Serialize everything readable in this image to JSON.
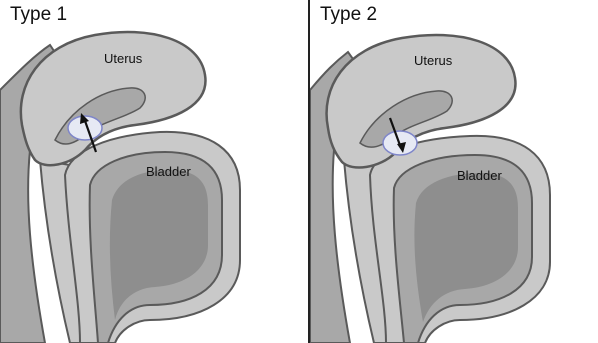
{
  "panels": [
    {
      "title": "Type 1",
      "uterus_label": "Uterus",
      "bladder_label": "Bladder",
      "arrow_direction": "up"
    },
    {
      "title": "Type 2",
      "uterus_label": "Uterus",
      "bladder_label": "Bladder",
      "arrow_direction": "down"
    }
  ],
  "colors": {
    "tissue_light": "#c9c9c9",
    "tissue_mid": "#a8a8a8",
    "tissue_dark": "#8e8e8e",
    "outline": "#5a5a5a",
    "embryo_fill": "#e6e9f4",
    "embryo_ring": "#7f86c9"
  }
}
